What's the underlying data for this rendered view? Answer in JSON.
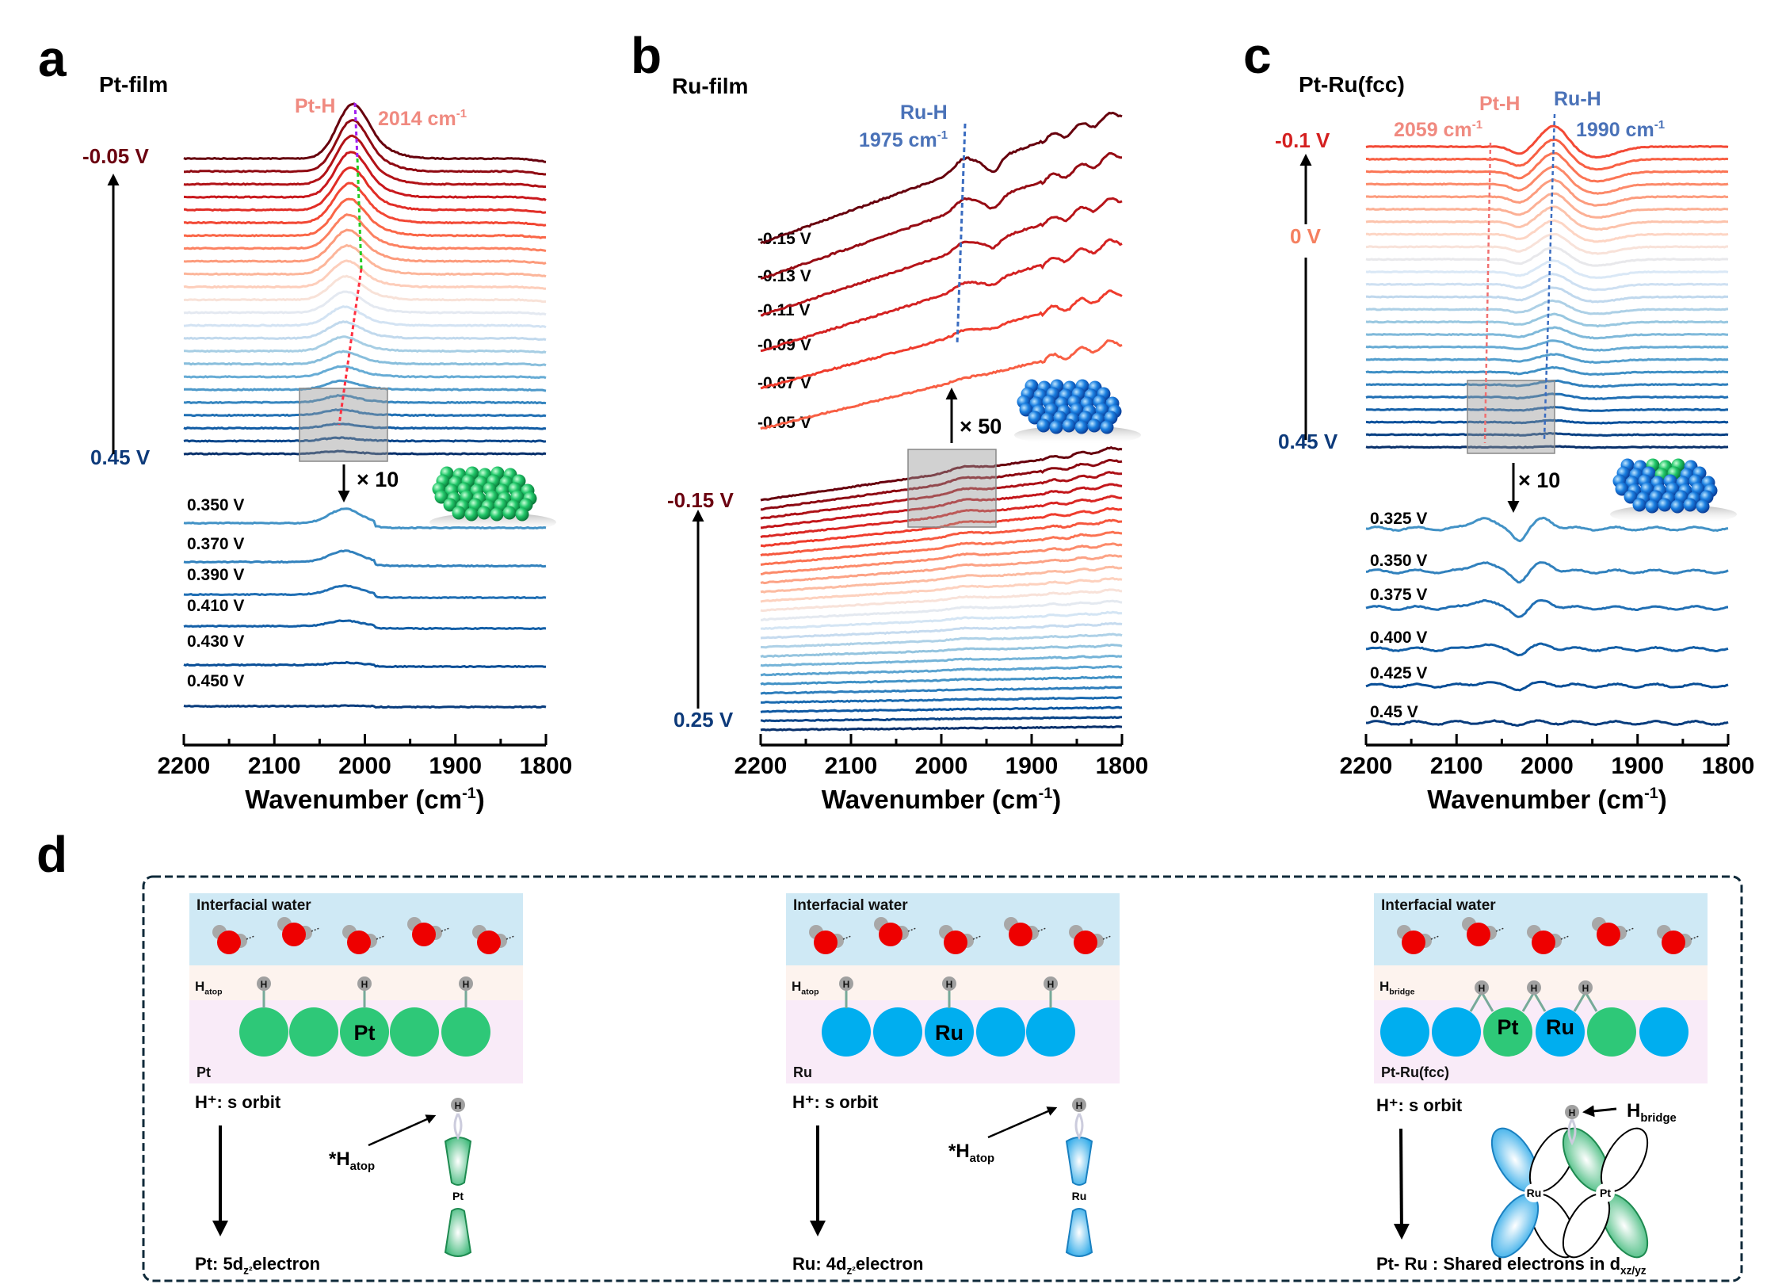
{
  "colors": {
    "gradient": [
      "#67000d",
      "#a50f15",
      "#cb181d",
      "#ef3b2c",
      "#fb6a4a",
      "#fc9272",
      "#fcbba1",
      "#fee0d2",
      "#deebf7",
      "#c6dbef",
      "#9ecae1",
      "#6baed6",
      "#4292c6",
      "#2171b5",
      "#08519c",
      "#08306b"
    ],
    "pt_h_label": "#f08a80",
    "ru_h_label": "#4a72b8",
    "pt_atom": "#2ec878",
    "ru_atom": "#00aeef",
    "water_band": "#cfe9f5",
    "h_band": "#fdf3ee",
    "metal_band": "#f9ebf8"
  },
  "chart_data": [
    {
      "type": "line",
      "panel_letter": "a",
      "title": "Pt-film",
      "xlabel": "Wavenumber (cm",
      "xlabel_sup": "-1",
      "xlabel_end": ")",
      "xlim": [
        2200,
        1800
      ],
      "ticks": [
        "2200",
        "2100",
        "2000",
        "1900",
        "1800"
      ],
      "grid": false,
      "stack_top_label": "-0.05 V",
      "stack_bottom_label": "0.45 V",
      "peak_name": "Pt-H",
      "peak_value": "2014 cm",
      "peak_sup": "-1",
      "peak_wavenumber": 2014,
      "magnification": "× 10",
      "inset_series": [
        {
          "name": "0.350 V"
        },
        {
          "name": "0.370 V"
        },
        {
          "name": "0.390 V"
        },
        {
          "name": "0.410 V"
        },
        {
          "name": "0.430 V"
        },
        {
          "name": "0.450 V"
        }
      ]
    },
    {
      "type": "line",
      "panel_letter": "b",
      "title": "Ru-film",
      "xlabel": "Wavenumber (cm",
      "xlabel_sup": "-1",
      "xlabel_end": ")",
      "xlim": [
        2200,
        1800
      ],
      "ticks": [
        "2200",
        "2100",
        "2000",
        "1900",
        "1800"
      ],
      "grid": false,
      "stack_top_label": "-0.15 V",
      "stack_bottom_label": "0.25 V",
      "peak_name": "Ru-H",
      "peak_value": "1975 cm",
      "peak_sup": "-1",
      "peak_wavenumber": 1975,
      "magnification": "× 50",
      "inset_series": [
        {
          "name": "-0.15 V"
        },
        {
          "name": "-0.13 V"
        },
        {
          "name": "-0.11 V"
        },
        {
          "name": "-0.09 V"
        },
        {
          "name": "-0.07 V"
        },
        {
          "name": "-0.05 V"
        }
      ]
    },
    {
      "type": "line",
      "panel_letter": "c",
      "title": "Pt-Ru(fcc)",
      "xlabel": "Wavenumber (cm",
      "xlabel_sup": "-1",
      "xlabel_end": ")",
      "xlim": [
        2200,
        1800
      ],
      "ticks": [
        "2200",
        "2100",
        "2000",
        "1900",
        "1800"
      ],
      "grid": false,
      "stack_top_label": "-0.1 V",
      "stack_mid_label": "0 V",
      "stack_bottom_label": "0.45 V",
      "peak_name": "Pt-H",
      "peak_value": "2059 cm",
      "peak_sup": "-1",
      "peak_wavenumber": 2059,
      "peak2_name": "Ru-H",
      "peak2_value": "1990 cm",
      "peak2_sup": "-1",
      "peak2_wavenumber": 1990,
      "magnification": "× 10",
      "inset_series": [
        {
          "name": "0.325 V"
        },
        {
          "name": "0.350 V"
        },
        {
          "name": "0.375 V"
        },
        {
          "name": "0.400 V"
        },
        {
          "name": "0.425 V"
        },
        {
          "name": "0.45 V"
        }
      ]
    }
  ],
  "panel_d": {
    "letter": "d",
    "subpanels": [
      {
        "water_label": "Interfacial water",
        "h_label": "H",
        "h_sub": "atop",
        "metal_label": "Pt",
        "atoms": [
          "pt",
          "pt",
          "pt",
          "pt",
          "pt"
        ],
        "center_label": "Pt",
        "h_atom": "H",
        "s_orbit": "H⁺: s orbit",
        "adsorbate": "*H",
        "adsorbate_sub": "atop",
        "orbital_atom": "Pt",
        "electron_pre": "Pt: 5d",
        "electron_sub": "z²",
        "electron_post": "electron"
      },
      {
        "water_label": "Interfacial water",
        "h_label": "H",
        "h_sub": "atop",
        "metal_label": "Ru",
        "atoms": [
          "ru",
          "ru",
          "ru",
          "ru",
          "ru"
        ],
        "center_label": "Ru",
        "h_atom": "H",
        "s_orbit": "H⁺: s orbit",
        "adsorbate": "*H",
        "adsorbate_sub": "atop",
        "orbital_atom": "Ru",
        "electron_pre": "Ru: 4d",
        "electron_sub": "z²",
        "electron_post": "electron"
      },
      {
        "water_label": "Interfacial water",
        "h_label": "H",
        "h_sub": "bridge",
        "metal_label": "Pt-Ru(fcc)",
        "atoms": [
          "ru",
          "ru",
          "pt",
          "ru",
          "pt",
          "ru"
        ],
        "pt_label": "Pt",
        "ru_label": "Ru",
        "h_atom": "H",
        "s_orbit": "H⁺: s orbit",
        "adsorbate": "H",
        "adsorbate_sub": "bridge",
        "orbital_atom_ru": "Ru",
        "orbital_atom_pt": "Pt",
        "electron_pre": "Pt- Ru : Shared electrons in d",
        "electron_sub": "xz/yz",
        "electron_post": ""
      }
    ]
  }
}
